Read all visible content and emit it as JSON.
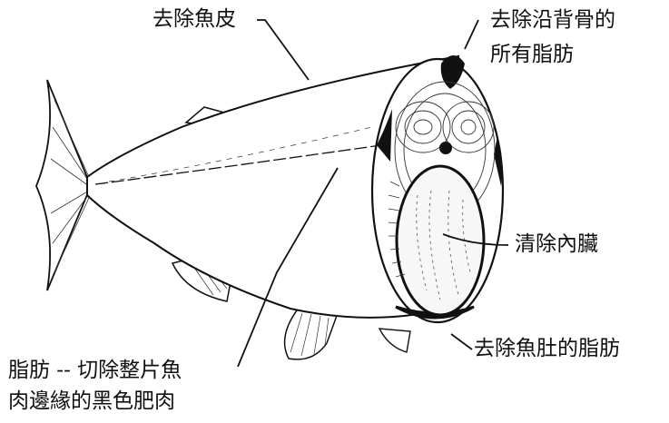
{
  "labels": {
    "remove_skin": "去除魚皮",
    "remove_back_fat": [
      "去除沿背骨的",
      "所有脂肪"
    ],
    "clean_organs": "清除內臟",
    "remove_belly_fat": "去除魚肚的脂肪",
    "trim_fat": [
      "脂肪 -- 切除整片魚",
      "肉邊緣的黑色肥肉"
    ]
  }
}
